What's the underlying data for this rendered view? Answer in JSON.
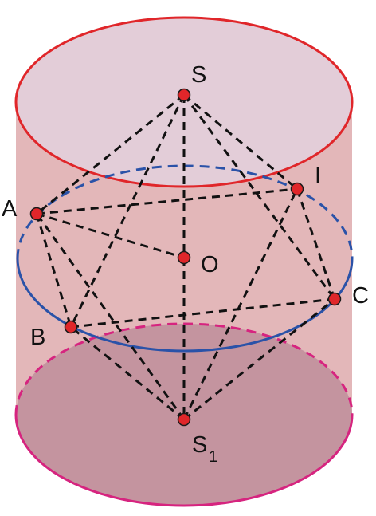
{
  "figure": {
    "colors": {
      "cylinder_side": "#e3b7b9",
      "top_face": "#e3cdd8",
      "top_rim": "#e0262a",
      "bottom_face": "#c4949f",
      "bottom_rim": "#d6247f",
      "middle_ellipse": "#2a52a8",
      "edges": "#111111",
      "point_fill": "#e0262a"
    },
    "labels": {
      "S": "S",
      "I": "I",
      "A": "A",
      "O": "O",
      "C": "C",
      "B": "B",
      "S1_base": "S",
      "S1_sub": "1"
    }
  }
}
